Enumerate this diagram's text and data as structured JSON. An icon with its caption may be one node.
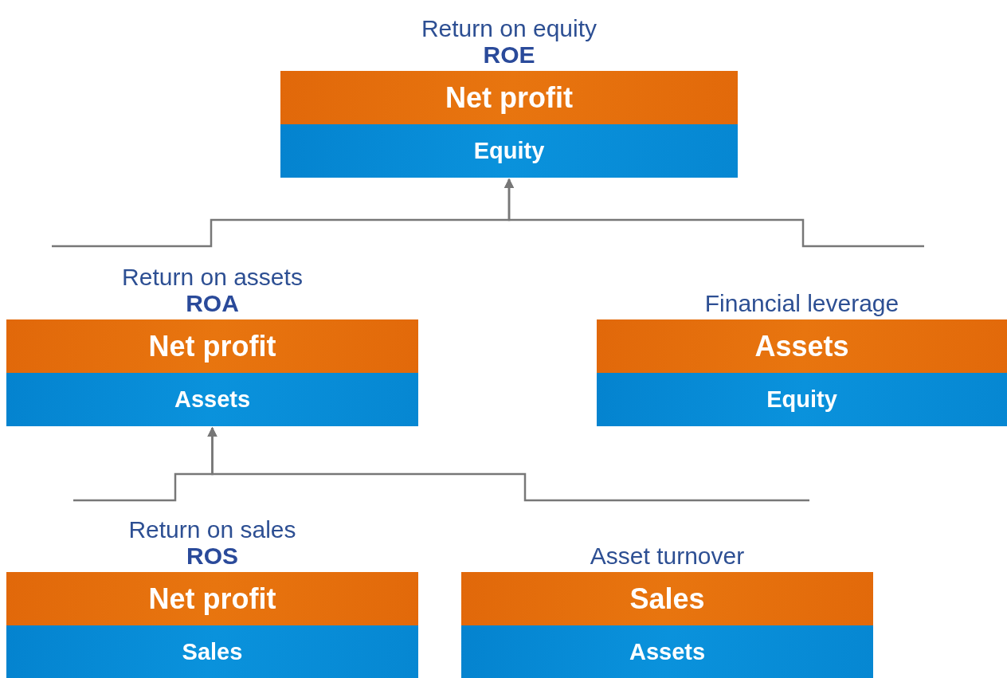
{
  "diagram": {
    "nodes": [
      {
        "text": [
          "Return on equity",
          "ROE"
        ]
      },
      {
        "text": [
          "Net profit"
        ],
        "in": 0
      },
      {
        "text": [
          "Equity"
        ],
        "in": 0
      },
      {
        "text": [
          "Return on assets",
          "ROA"
        ]
      },
      {
        "text": [
          "Net profit"
        ],
        "in": 3
      },
      {
        "text": [
          "Assets"
        ],
        "in": 3
      },
      {
        "text": [
          "Financial leverage"
        ]
      },
      {
        "text": [
          "Assets"
        ],
        "in": 6
      },
      {
        "text": [
          "Equity"
        ],
        "in": 6
      },
      {
        "text": [
          "Return on sales",
          "ROS"
        ]
      },
      {
        "text": [
          "Net profit"
        ],
        "in": 9
      },
      {
        "text": [
          "Sales"
        ],
        "in": 9
      },
      {
        "text": [
          "Asset turnover"
        ]
      },
      {
        "text": [
          "Sales"
        ],
        "in": 12
      },
      {
        "text": [
          "Assets"
        ],
        "in": 12
      }
    ],
    "edges": [
      {
        "from": 3,
        "to": 0,
        "arrow": "to"
      },
      {
        "from": 6,
        "to": 0,
        "arrow": "to"
      },
      {
        "from": 9,
        "to": 3,
        "arrow": "to"
      },
      {
        "from": 12,
        "to": 3,
        "arrow": "to"
      }
    ]
  }
}
